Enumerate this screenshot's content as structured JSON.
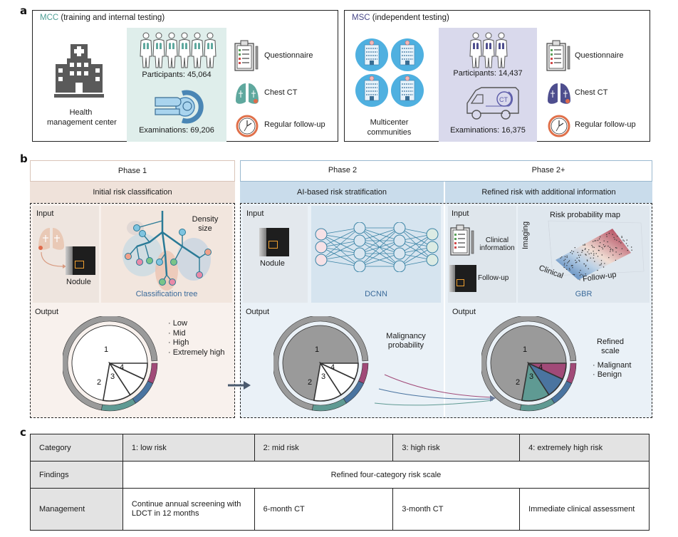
{
  "panel_labels": {
    "a": "a",
    "b": "b",
    "c": "c"
  },
  "colors": {
    "mcc_accent": "#4e9f95",
    "msc_accent": "#4a4a8a",
    "mcc_shade": "#dfeeeb",
    "msc_shade": "#d9d9ec",
    "category_1": "#9a9a9a",
    "category_2": "#5f9a93",
    "category_3": "#4a74a0",
    "category_4": "#a14a78",
    "phase1_bg": "#f4ebe5",
    "phase2_bg": "#e4edf4"
  },
  "panel_a": {
    "mcc": {
      "acronym": "MCC",
      "title_rest": " (training and internal testing)",
      "site_label_line1": "Health",
      "site_label_line2": "management center",
      "participants": "Participants: 45,064",
      "examinations": "Examinations: 69,206",
      "modalities": [
        "Questionnaire",
        "Chest CT",
        "Regular follow-up"
      ]
    },
    "msc": {
      "acronym": "MSC",
      "title_rest": " (independent testing)",
      "site_label_line1": "Multicenter",
      "site_label_line2": "communities",
      "participants": "Participants: 14,437",
      "examinations": "Examinations: 16,375",
      "ct_badge": "CT",
      "modalities": [
        "Questionnaire",
        "Chest CT",
        "Regular follow-up"
      ]
    }
  },
  "panel_b": {
    "phases": [
      {
        "title": "Phase 1",
        "subtitle": "Initial risk classification"
      },
      {
        "title": "Phase 2",
        "subtitle": "AI-based risk stratification"
      },
      {
        "title": "Phase 2+",
        "subtitle": "Refined risk with additional information"
      }
    ],
    "phase1": {
      "input_label": "Input",
      "nodule_label": "Nodule",
      "tree_annotation_line1": "Density",
      "tree_annotation_line2": "size",
      "tree_caption": "Classification tree",
      "output_label": "Output",
      "legend": [
        "· Low",
        "· Mid",
        "· High",
        "· Extremely high"
      ]
    },
    "phase2": {
      "input_label": "Input",
      "nodule_label": "Nodule",
      "model_caption": "DCNN",
      "output_label": "Output",
      "annotation_line1": "Malignancy",
      "annotation_line2": "probability"
    },
    "phase2plus": {
      "input_label": "Input",
      "clinical_line1": "Clinical",
      "clinical_line2": "information",
      "followup_label": "Follow-up",
      "map_title": "Risk probability map",
      "axis_imaging": "Imaging",
      "axis_clinical": "Clinical",
      "axis_followup": "Follow-up",
      "model_caption": "GBR",
      "output_label": "Output",
      "annotation_line1": "Refined",
      "annotation_line2": "scale",
      "legend": [
        "· Malignant",
        "· Benign"
      ]
    },
    "pie_categories": [
      "1",
      "2",
      "3",
      "4"
    ]
  },
  "panel_c": {
    "rows": [
      {
        "header": "Category",
        "cells": [
          "1: low risk",
          "2: mid risk",
          "3: high risk",
          "4: extremely high risk"
        ]
      },
      {
        "header": "Findings",
        "span_cell": "Refined four-category risk scale"
      },
      {
        "header": "Management",
        "cells": [
          "Continue annual screening with LDCT in 12 months",
          "6-month CT",
          "3-month CT",
          "Immediate clinical assessment"
        ]
      }
    ]
  }
}
